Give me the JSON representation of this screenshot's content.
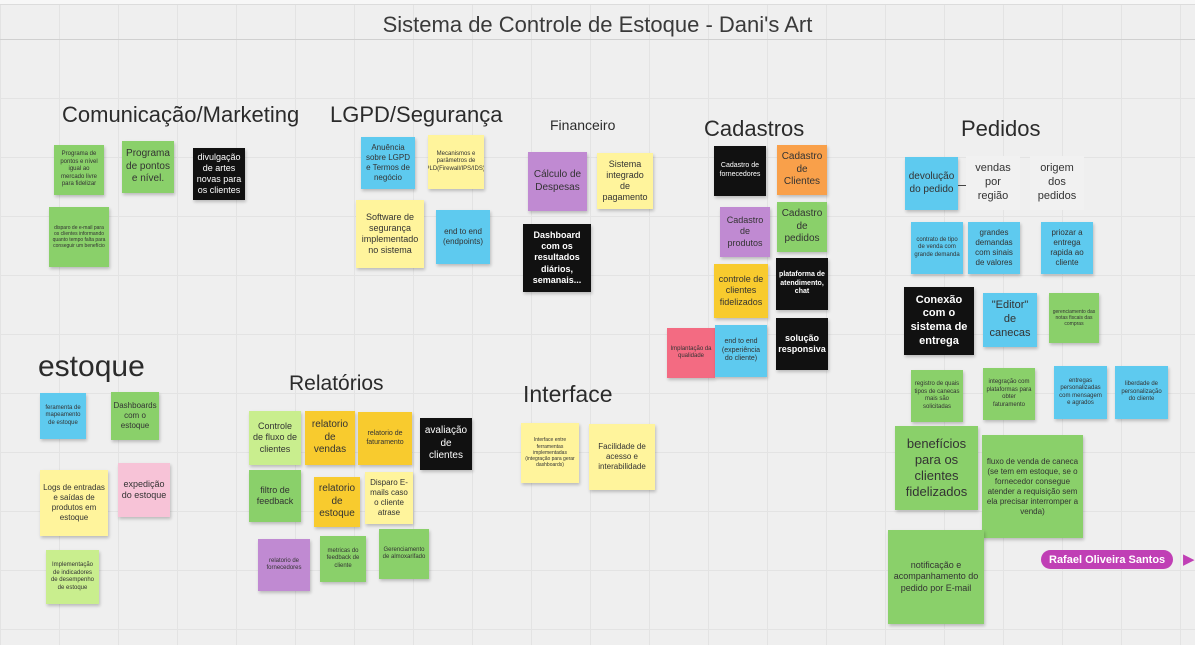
{
  "board": {
    "title": "Sistema de Controle de Estoque - Dani's Art"
  },
  "sections": {
    "comunicacao": "Comunicação/Marketing",
    "lgpd": "LGPD/Segurança",
    "financeiro": "Financeiro",
    "cadastros": "Cadastros",
    "pedidos": "Pedidos",
    "estoque": "estoque",
    "relatorios": "Relatórios",
    "interface": "Interface"
  },
  "notes": {
    "com1": "Programa de pontos e nível igual ao mercado livre para fidelizar",
    "com2": "Programa de pontos e nível.",
    "com3": "divulgação de artes novas para os clientes",
    "com4": "disparo de e-mail para os clientes informando quanto tempo falta para conseguir um benefício",
    "lgpd1": "Anuência sobre LGPD e Termos de negócio",
    "lgpd2": "Mecanismos e parâmetros de PLD(Firewall/IPS/IDS).",
    "lgpd3": "Software de segurança implementado no sistema",
    "lgpd4": "end to end (endpoints)",
    "fin1": "Cálculo de Despesas",
    "fin2": "Sistema integrado de pagamento",
    "fin3": "Dashboard com os resultados diários, semanais...",
    "cad1": "Cadastro de fornecedores",
    "cad2": "Cadastro de Clientes",
    "cad3": "Cadastro de produtos",
    "cad4": "Cadastro de pedidos",
    "cad5": "controle de clientes fidelizados",
    "cad6": "plataforma de atendimento, chat",
    "cad7": "Implantação da qualidade",
    "cad8": "end to end (experiência do cliente)",
    "cad9": "solução responsiva",
    "ped1": "devolução do pedido",
    "ped2": "vendas por região",
    "ped3": "origem dos pedidos",
    "ped4": "contrato de tipo de venda com grande demanda",
    "ped5": "grandes demandas com sinais de valores",
    "ped6": "priozar a entrega rapida ao cliente",
    "ped7": "Conexão com o sistema de entrega",
    "ped8": "\"Editor\" de canecas",
    "ped9": "gerenciamento das notas fiscais das compras",
    "ped10": "registro de quais tipos de canecas mais são solicitadas",
    "ped11": "integração com plataformas para obter faturamento",
    "ped12": "entregas personalizadas com mensagem e agrados",
    "ped13": "liberdade de personalização do cliente",
    "ped14": "benefícios para os clientes fidelizados",
    "ped15": "fluxo de venda de caneca (se tem em estoque, se o fornecedor consegue atender a requisição sem ela precisar interromper a venda)",
    "ped16": "notificação e acompanhamento do pedido por E-mail",
    "est1": "feramenta de mapeamento de estoque",
    "est2": "Dashboards com o estoque",
    "est3": "Logs de entradas e saídas de produtos em estoque",
    "est4": "expedição do estoque",
    "est5": "Implementação de indicadores de desempenho de estoque",
    "rel1": "Controle de fluxo de clientes",
    "rel2": "relatorio de vendas",
    "rel3": "relatorio de faturamento",
    "rel4": "avaliação de clientes",
    "rel5": "filtro de feedback",
    "rel6": "relatorio de estoque",
    "rel7": "Disparo E-mails caso o cliente atrase",
    "rel8": "relatorio de fornecedores",
    "rel9": "metricas do feedback de cliente",
    "rel10": "Gerenciamento de almoxarifado",
    "int1": "Interface entre ferramentas implementadas (integração para gerar dashboards)",
    "int2": "Facilidade de acesso e interabilidade"
  },
  "collaborator": {
    "name": "Rafael Oliveira Santos"
  },
  "colors": {
    "green": "#8ad06a",
    "light_green": "#c9ee8e",
    "yellow": "#fff49c",
    "dark_yellow": "#f8cb2e",
    "cyan": "#5ecaef",
    "black": "#111111",
    "purple": "#c08ad2",
    "pink": "#f7c3d7",
    "red": "#f36b82",
    "orange": "#f9a04a",
    "cursor": "#c03fb5"
  }
}
